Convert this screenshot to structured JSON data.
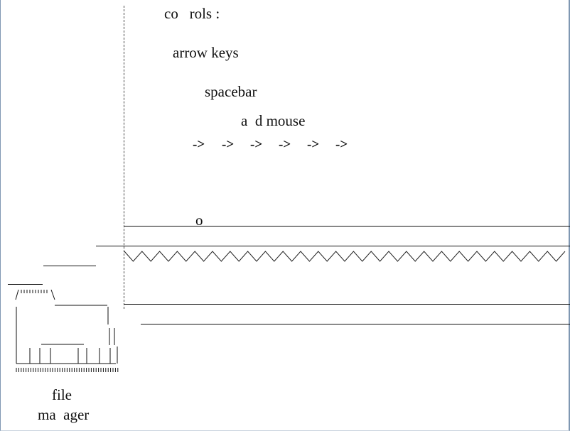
{
  "controls": {
    "heading": "co   rols :",
    "line1": "arrow keys",
    "line2": "spacebar",
    "line3": "a  d mouse"
  },
  "arrows": [
    "->",
    "->",
    "->",
    "->",
    "->",
    "->"
  ],
  "player": {
    "glyph": "o"
  },
  "desktop_icon": {
    "label_line1": "file",
    "label_line2": "ma  ager"
  }
}
